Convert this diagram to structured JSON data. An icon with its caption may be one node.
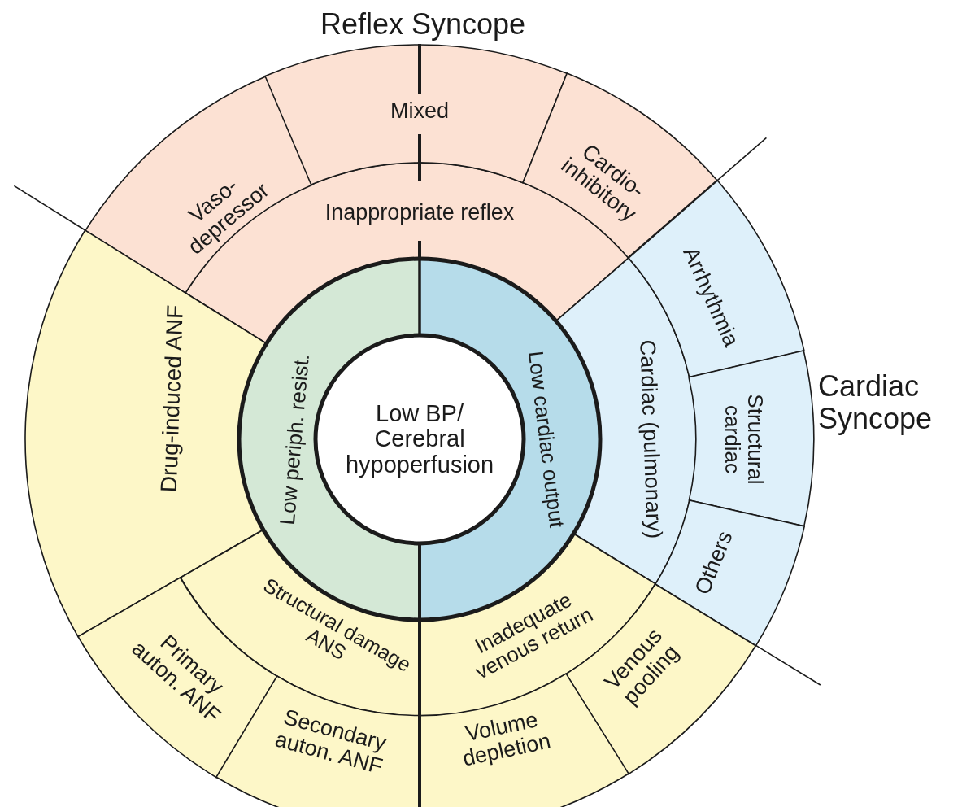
{
  "diagram": {
    "nodes": [
      {
        "text": [
          "Low BP/ Cerebral hypoperfusion"
        ]
      },
      {
        "text": [
          "Low periph. resist."
        ]
      },
      {
        "text": [
          "Low cardiac output"
        ]
      },
      {
        "text": [
          "Inappropriate reflex"
        ]
      },
      {
        "text": [
          "Vaso-depressor"
        ]
      },
      {
        "text": [
          "Mixed"
        ]
      },
      {
        "text": [
          "Cardio-inhibitory"
        ]
      },
      {
        "text": [
          "Cardiac (pulmonary)"
        ]
      },
      {
        "text": [
          "Arrhythmia"
        ]
      },
      {
        "text": [
          "Structural cardiac"
        ]
      },
      {
        "text": [
          "Others"
        ]
      },
      {
        "text": [
          "Drug-induced ANF"
        ]
      },
      {
        "text": [
          "Structural damage ANS"
        ]
      },
      {
        "text": [
          "Primary auton. ANF"
        ]
      },
      {
        "text": [
          "Secondary auton. ANF"
        ]
      },
      {
        "text": [
          "Inadequate venous return"
        ]
      },
      {
        "text": [
          "Venous pooling"
        ]
      },
      {
        "text": [
          "Volume depletion"
        ]
      }
    ],
    "labels": [
      "Reflex Syncope",
      "Cardiac Syncope"
    ]
  }
}
